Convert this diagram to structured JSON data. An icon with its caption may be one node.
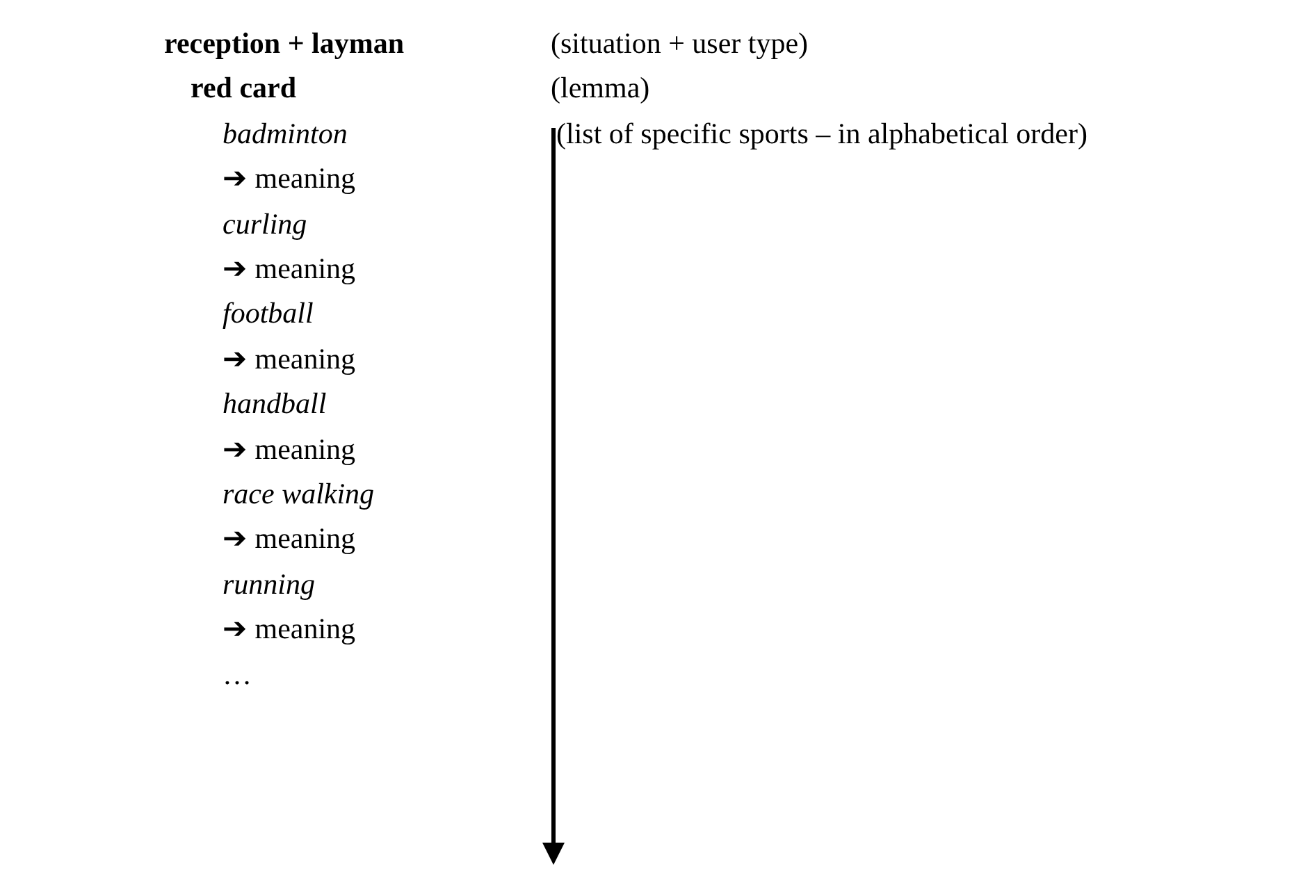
{
  "diagram": {
    "labels": [
      "reception + layman",
      "(situation + user type)",
      "red card",
      "(lemma)",
      "badminton",
      "(list of specific sports – in alphabetical order)",
      "➔ meaning",
      "curling",
      "➔ meaning",
      "football",
      "➔ meaning",
      "handball",
      "➔ meaning",
      "race walking",
      "➔ meaning",
      "running",
      "➔ meaning",
      "…"
    ]
  }
}
